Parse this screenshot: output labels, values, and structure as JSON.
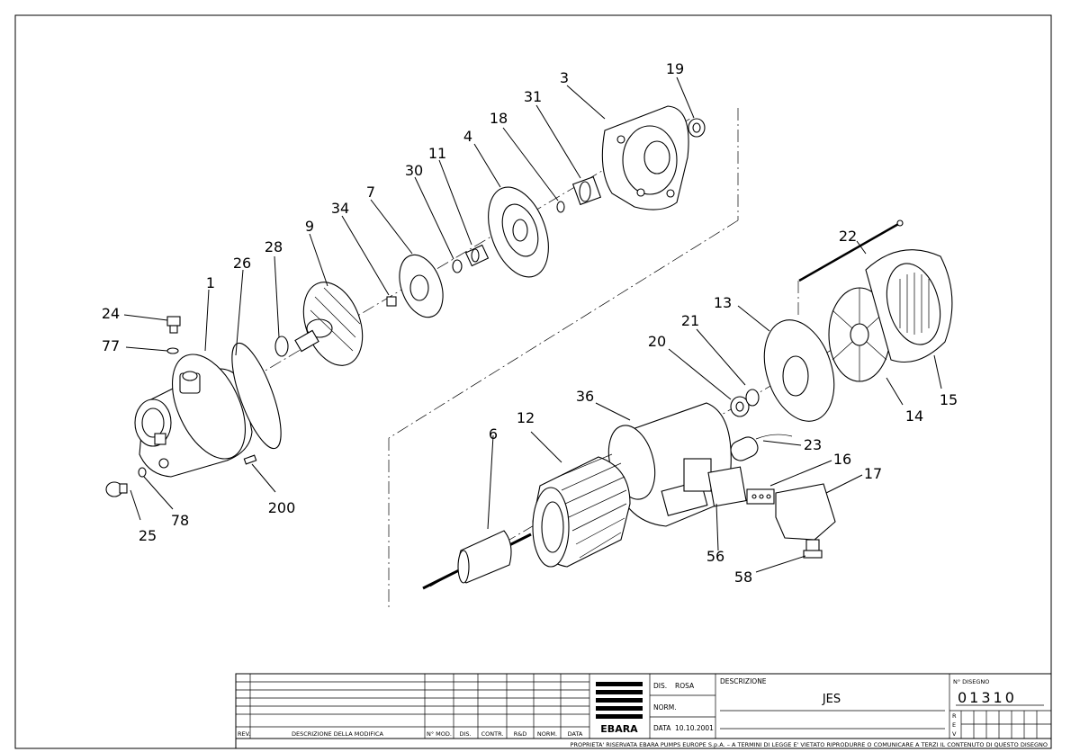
{
  "parts": [
    {
      "id": "p1",
      "label": "1"
    },
    {
      "id": "p3",
      "label": "3"
    },
    {
      "id": "p4",
      "label": "4"
    },
    {
      "id": "p6",
      "label": "6"
    },
    {
      "id": "p7",
      "label": "7"
    },
    {
      "id": "p9",
      "label": "9"
    },
    {
      "id": "p11",
      "label": "11"
    },
    {
      "id": "p12",
      "label": "12"
    },
    {
      "id": "p13",
      "label": "13"
    },
    {
      "id": "p14",
      "label": "14"
    },
    {
      "id": "p15",
      "label": "15"
    },
    {
      "id": "p16",
      "label": "16"
    },
    {
      "id": "p17",
      "label": "17"
    },
    {
      "id": "p18",
      "label": "18"
    },
    {
      "id": "p19",
      "label": "19"
    },
    {
      "id": "p20",
      "label": "20"
    },
    {
      "id": "p21",
      "label": "21"
    },
    {
      "id": "p22",
      "label": "22"
    },
    {
      "id": "p23",
      "label": "23"
    },
    {
      "id": "p24",
      "label": "24"
    },
    {
      "id": "p25",
      "label": "25"
    },
    {
      "id": "p26",
      "label": "26"
    },
    {
      "id": "p28",
      "label": "28"
    },
    {
      "id": "p30",
      "label": "30"
    },
    {
      "id": "p31",
      "label": "31"
    },
    {
      "id": "p34",
      "label": "34"
    },
    {
      "id": "p36",
      "label": "36"
    },
    {
      "id": "p56",
      "label": "56"
    },
    {
      "id": "p58",
      "label": "58"
    },
    {
      "id": "p77",
      "label": "77"
    },
    {
      "id": "p78",
      "label": "78"
    },
    {
      "id": "p200",
      "label": "200"
    }
  ],
  "title_block": {
    "revision_headers": [
      "REV.",
      "DESCRIZIONE DELLA MODIFICA",
      "N° MOD.",
      "DIS.",
      "CONTR.",
      "R&D",
      "NORM.",
      "DATA"
    ],
    "logo_text": "EBARA",
    "dis_label": "DIS.",
    "dis_value": "ROSA",
    "norm_label": "NORM.",
    "data_label": "DATA",
    "data_value": "10.10.2001",
    "descrizione_label": "DESCRIZIONE",
    "descrizione_value": "JES",
    "disegno_label": "N° DISEGNO",
    "disegno_value": "01310",
    "rev_letters": [
      "R",
      "E",
      "V"
    ],
    "footer": "PROPRIETA' RISERVATA EBARA PUMPS EUROPE S.p.A. – A TERMINI DI LEGGE E' VIETATO RIPRODURRE O COMUNICARE A TERZI IL CONTENUTO DI QUESTO DISEGNO"
  }
}
